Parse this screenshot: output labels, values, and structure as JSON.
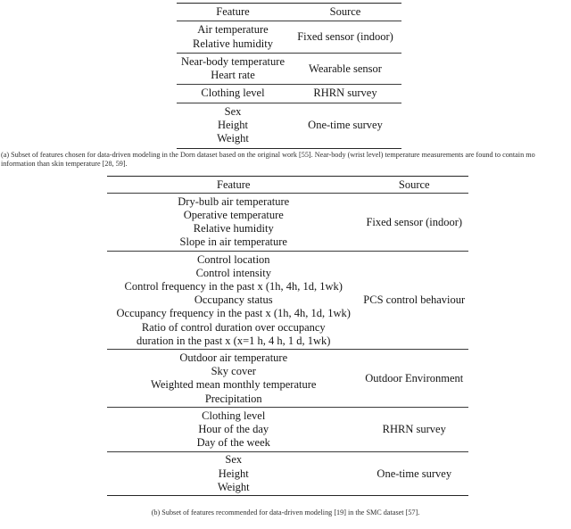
{
  "tables": {
    "a": {
      "headers": [
        "Feature",
        "Source"
      ],
      "rows": [
        {
          "features": [
            "Air temperature",
            "Relative humidity"
          ],
          "source": "Fixed sensor (indoor)"
        },
        {
          "features": [
            "Near-body temperature",
            "Heart rate"
          ],
          "source": "Wearable sensor"
        },
        {
          "features": [
            "Clothing level"
          ],
          "source": "RHRN survey"
        },
        {
          "features": [
            "Sex",
            "Height",
            "Weight"
          ],
          "source": "One-time survey"
        }
      ]
    },
    "b": {
      "headers": [
        "Feature",
        "Source"
      ],
      "rows": [
        {
          "features": [
            "Dry-bulb air temperature",
            "Operative temperature",
            "Relative humidity",
            "Slope in air temperature"
          ],
          "source": "Fixed sensor (indoor)"
        },
        {
          "features": [
            "Control location",
            "Control intensity",
            "Control frequency in the past x (1h, 4h, 1d, 1wk)",
            "Occupancy status",
            "Occupancy frequency in the past x (1h, 4h, 1d, 1wk)",
            "Ratio of control duration over occupancy",
            "duration in the past x (x=1 h, 4 h, 1 d, 1wk)"
          ],
          "source": "PCS control behaviour"
        },
        {
          "features": [
            "Outdoor air temperature",
            "Sky cover",
            "Weighted mean monthly temperature",
            "Precipitation"
          ],
          "source": "Outdoor Environment"
        },
        {
          "features": [
            "Clothing level",
            "Hour of the day",
            "Day of the week"
          ],
          "source": "RHRN survey"
        },
        {
          "features": [
            "Sex",
            "Height",
            "Weight"
          ],
          "source": "One-time survey"
        }
      ]
    }
  },
  "captions": {
    "a_line1": "(a) Subset of features chosen for data-driven modeling in the Dorn dataset based on the original work [55]. Near-body (wrist level) temperature measurements are found to contain mo",
    "a_line2": "information than skin temperature [28, 59].",
    "b": "(b) Subset of features recommended for data-driven modeling [19] in the SMC dataset [57]."
  },
  "colors": {
    "background": "#ffffff",
    "text": "#161616",
    "caption_text": "#2e2e2e",
    "rule_heavy": "#262626",
    "rule_light": "#3b3b3b"
  }
}
